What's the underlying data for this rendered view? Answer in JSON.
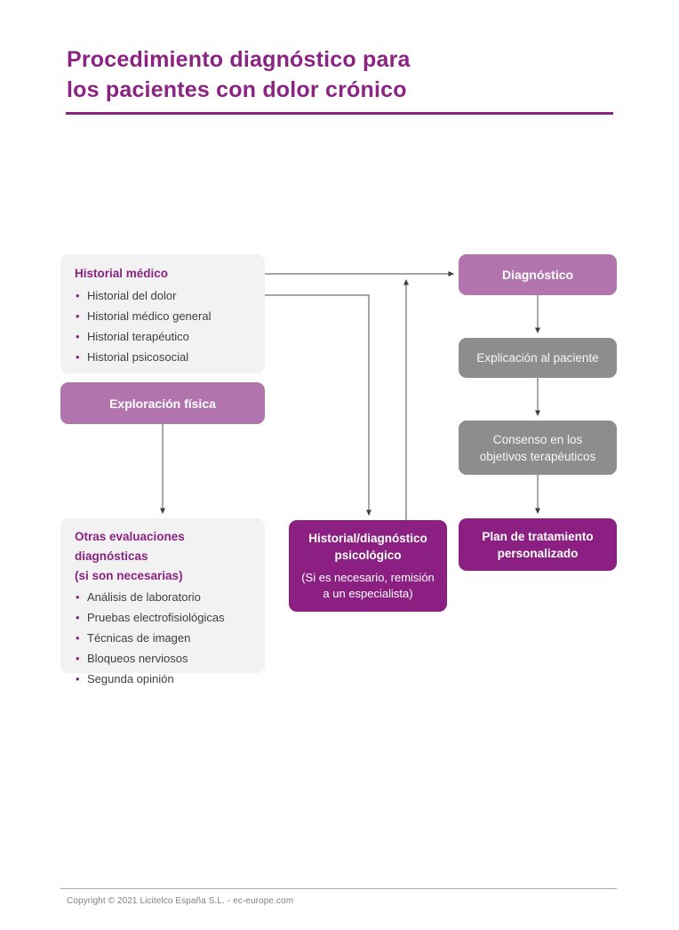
{
  "page": {
    "title_line1": "Procedimiento diagnóstico para",
    "title_line2": "los pacientes con dolor crónico"
  },
  "colors": {
    "title_purple": "#8b2383",
    "medium_purple": "#b274ad",
    "dark_purple": "#8b2082",
    "gray_box": "#8d8d8d",
    "light_gray_box": "#f2f2f2",
    "arrow_line": "#6d6e71",
    "body_text": "#404040",
    "footer_text": "#808080"
  },
  "flowchart": {
    "historial_medico": {
      "heading": "Historial médico",
      "items": [
        "Historial del dolor",
        "Historial médico general",
        "Historial terapéutico",
        "Historial psicosocial"
      ]
    },
    "exploracion_fisica": {
      "label": "Exploración física"
    },
    "diagnostico": {
      "label": "Diagnóstico"
    },
    "explicacion_paciente": {
      "label": "Explicación al paciente"
    },
    "consenso": {
      "label": "Consenso en los objetivos terapéuticos"
    },
    "otras_evaluaciones": {
      "heading_line1": "Otras evaluaciones diagnósticas",
      "heading_line2": "(si son necesarias)",
      "items": [
        "Análisis de laboratorio",
        "Pruebas electrofisiológicas",
        "Técnicas de imagen",
        "Bloqueos nerviosos",
        "Segunda opinión"
      ]
    },
    "psicologico": {
      "heading": "Historial/diagnóstico psicológico",
      "subtext": "(Si es necesario, remisión a un especialista)"
    },
    "plan": {
      "label": "Plan de tratamiento personalizado"
    }
  },
  "footer": {
    "copyright": "Copyright © 2021 Licitelco España S.L. - ec-europe.com"
  }
}
